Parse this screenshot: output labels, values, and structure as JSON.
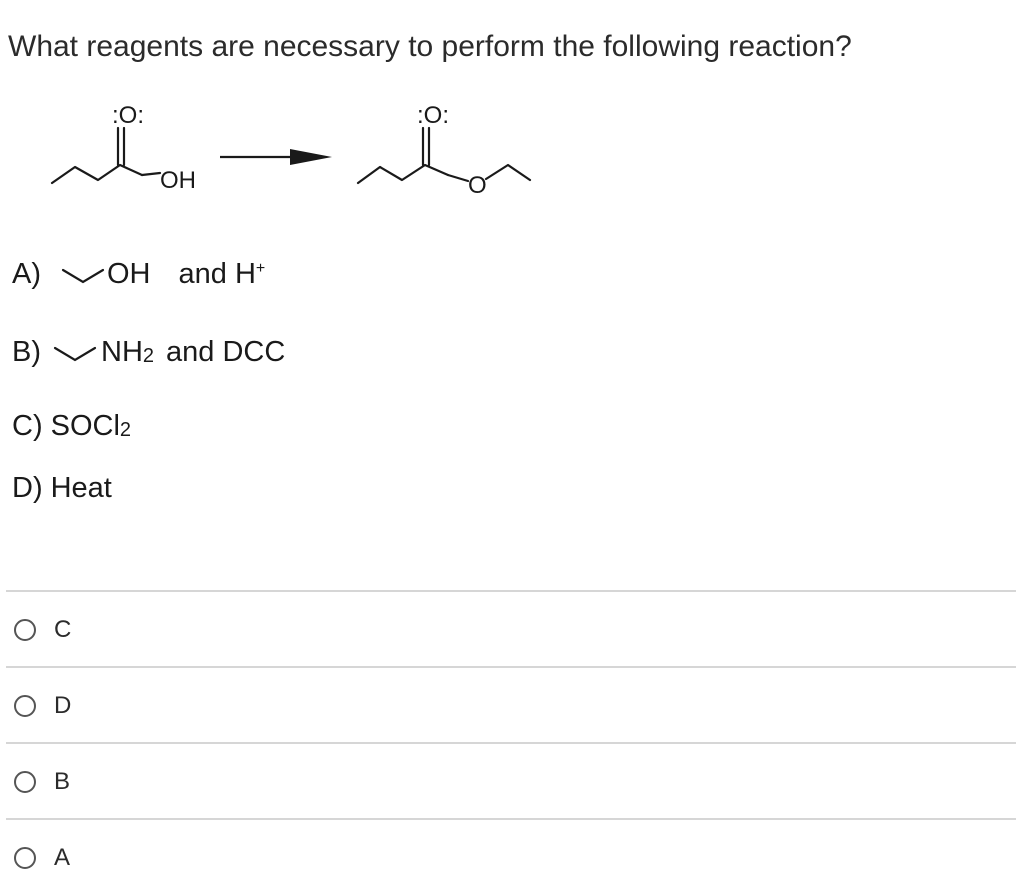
{
  "question": "What reagents are necessary to perform the following reaction?",
  "reaction": {
    "reactant": {
      "carbonyl_oxygen": ":O:",
      "hydroxyl": "OH"
    },
    "product": {
      "carbonyl_oxygen": ":O:",
      "ester_oxygen": "O"
    }
  },
  "reagent_options": [
    {
      "letter": "A)",
      "formula": "OH",
      "text": "and H",
      "superscript": "+"
    },
    {
      "letter": "B)",
      "formula": "NH",
      "subscript": "2",
      "text": "and DCC"
    },
    {
      "letter": "C)",
      "text": "SOCl",
      "subscript": "2"
    },
    {
      "letter": "D)",
      "text": "Heat"
    }
  ],
  "answers": [
    {
      "label": "C"
    },
    {
      "label": "D"
    },
    {
      "label": "B"
    },
    {
      "label": "A"
    }
  ],
  "colors": {
    "text": "#222222",
    "divider": "#d6d6d6",
    "radio_border": "#555555"
  }
}
